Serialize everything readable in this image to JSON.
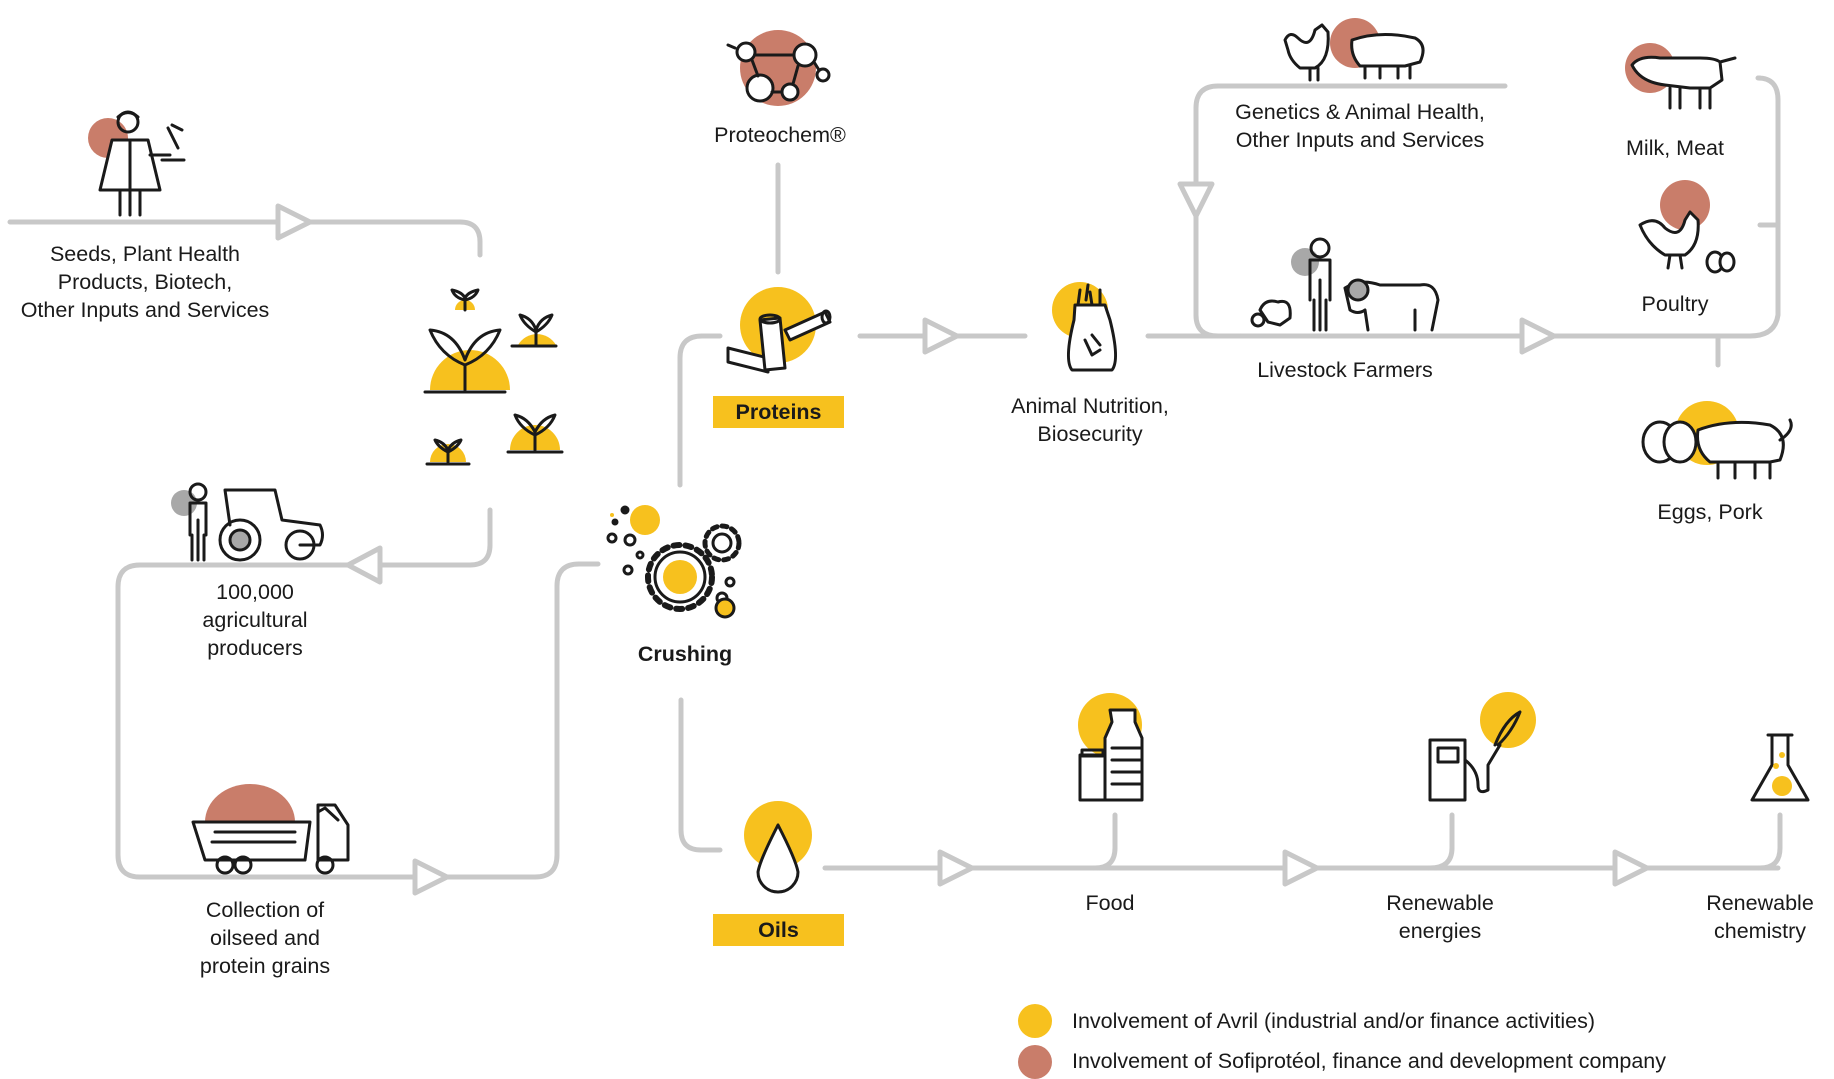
{
  "colors": {
    "avril": "#f7c11e",
    "sofiproteol": "#c97d6a",
    "flow": "#c8c8c8",
    "ink": "#1a1a1a",
    "farmer": "#a8a8a8"
  },
  "nodes": {
    "seeds": {
      "line1": "Seeds, Plant Health",
      "line2": "Products, Biotech,",
      "line3": "Other Inputs and Services",
      "icon": "scientist-icon"
    },
    "plants": {
      "icon": "sprouts-icon"
    },
    "producers": {
      "line1": "100,000",
      "line2": "agricultural",
      "line3": "producers",
      "icon": "farmer-tractor-icon"
    },
    "collection": {
      "line1": "Collection of",
      "line2": "oilseed and",
      "line3": "protein grains",
      "icon": "truck-icon"
    },
    "crushing": {
      "label": "Crushing",
      "icon": "gears-icon"
    },
    "proteochem": {
      "label": "Proteochem®",
      "icon": "molecule-icon"
    },
    "proteins": {
      "label": "Proteins",
      "icon": "pellets-icon"
    },
    "oils": {
      "label": "Oils",
      "icon": "oil-drop-icon"
    },
    "animal_nutrition": {
      "line1": "Animal Nutrition,",
      "line2": "Biosecurity",
      "icon": "feed-bag-icon"
    },
    "genetics": {
      "line1": "Genetics & Animal Health,",
      "line2": "Other Inputs and Services",
      "icon": "chicken-pig-icon"
    },
    "livestock": {
      "label": "Livestock Farmers",
      "icon": "livestock-icon"
    },
    "milk_meat": {
      "label": "Milk, Meat",
      "icon": "cow-icon"
    },
    "poultry": {
      "label": "Poultry",
      "icon": "hen-eggs-icon"
    },
    "eggs_pork": {
      "label": "Eggs, Pork",
      "icon": "eggs-pig-icon"
    },
    "food": {
      "label": "Food",
      "icon": "bottles-icon"
    },
    "renewable_energies": {
      "line1": "Renewable",
      "line2": "energies",
      "icon": "fuel-pump-icon"
    },
    "renewable_chemistry": {
      "line1": "Renewable",
      "line2": "chemistry",
      "icon": "flask-icon"
    }
  },
  "legend": {
    "avril": "Involvement of Avril (industrial and/or finance activities)",
    "sofiproteol": "Involvement of Sofiprotéol, finance and development company"
  }
}
